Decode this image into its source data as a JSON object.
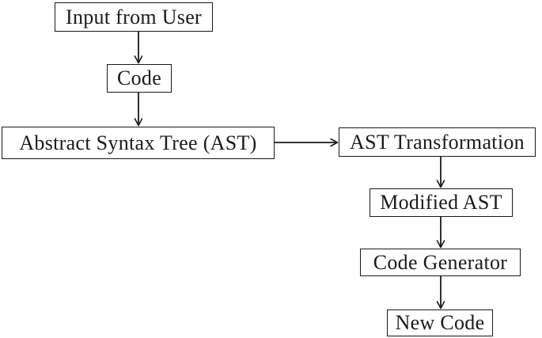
{
  "diagram": {
    "nodes": [
      {
        "id": "input-from-user",
        "label": "Input from User"
      },
      {
        "id": "code",
        "label": "Code"
      },
      {
        "id": "abstract-syntax-tree",
        "label": "Abstract Syntax Tree (AST)"
      },
      {
        "id": "ast-transformation",
        "label": "AST Transformation"
      },
      {
        "id": "modified-ast",
        "label": "Modified AST"
      },
      {
        "id": "code-generator",
        "label": "Code Generator"
      },
      {
        "id": "new-code",
        "label": "New Code"
      }
    ],
    "edges": [
      {
        "from": "input-from-user",
        "to": "code",
        "direction": "down"
      },
      {
        "from": "code",
        "to": "abstract-syntax-tree",
        "direction": "down"
      },
      {
        "from": "abstract-syntax-tree",
        "to": "ast-transformation",
        "direction": "right"
      },
      {
        "from": "ast-transformation",
        "to": "modified-ast",
        "direction": "down"
      },
      {
        "from": "modified-ast",
        "to": "code-generator",
        "direction": "down"
      },
      {
        "from": "code-generator",
        "to": "new-code",
        "direction": "down"
      }
    ]
  },
  "colors": {
    "background": "#ffffff",
    "line": "#1a1a1a",
    "text": "#1a1a1a"
  }
}
